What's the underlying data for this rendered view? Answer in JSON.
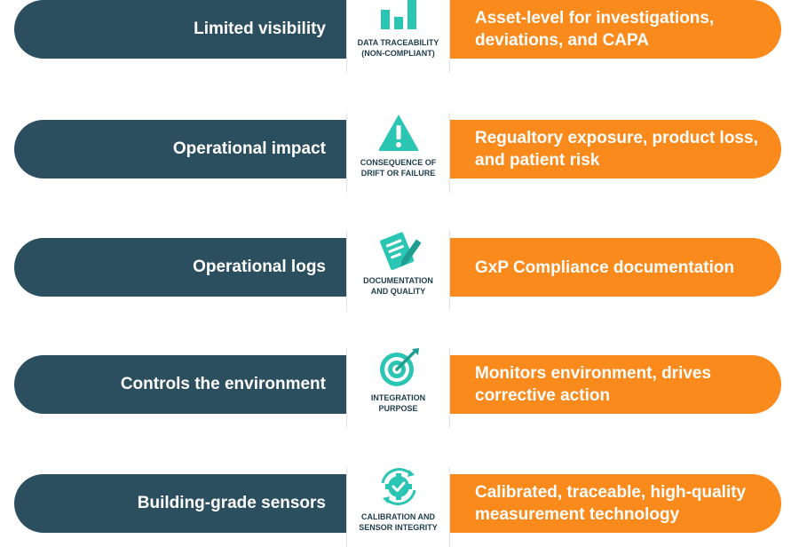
{
  "colors": {
    "left_pill": "#2c4f5f",
    "right_pill": "#f98a1b",
    "icon_teal": "#2bc5b3",
    "caption": "#1f3d4b"
  },
  "rows": [
    {
      "left": "Limited visibility",
      "caption": "DATA TRACEABILITY\n(NON-COMPLIANT)",
      "icon": "bar-chart-icon",
      "right": "Asset-level for investigations, deviations, and CAPA"
    },
    {
      "left": "Operational impact",
      "caption": "CONSEQUENCE OF\nDRIFT OR FAILURE",
      "icon": "warning-triangle-icon",
      "right": "Regualtory exposure, product loss, and patient risk"
    },
    {
      "left": "Operational logs",
      "caption": "DOCUMENTATION\nAND QUALITY",
      "icon": "document-pen-icon",
      "right": "GxP Compliance documentation"
    },
    {
      "left": "Controls the environment",
      "caption": "INTEGRATION\nPURPOSE",
      "icon": "target-arrow-icon",
      "right": "Monitors environment, drives corrective action"
    },
    {
      "left": "Building-grade sensors",
      "caption": "CALIBRATION AND\nSENSOR INTEGRITY",
      "icon": "gear-check-icon",
      "right": "Calibrated, traceable, high-quality measurement technology"
    }
  ]
}
